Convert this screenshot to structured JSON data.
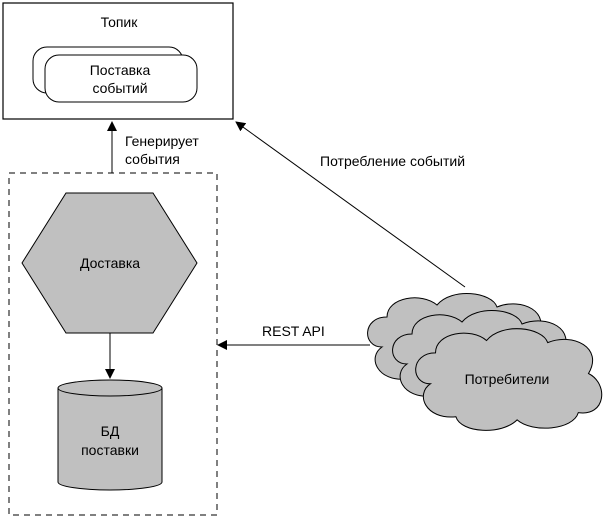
{
  "topic": {
    "title": "Топик",
    "stream_line1": "Поставка",
    "stream_line2": "событий"
  },
  "producer": {
    "arrow_label_line1": "Генерирует",
    "arrow_label_line2": "события",
    "service": "Доставка",
    "db_line1": "БД",
    "db_line2": "поставки"
  },
  "consumers": {
    "label": "Потребители",
    "consume_label": "Потребление событий",
    "rest_label": "REST API"
  },
  "colors": {
    "fill": "#c0c0c0",
    "stroke": "#000000"
  }
}
